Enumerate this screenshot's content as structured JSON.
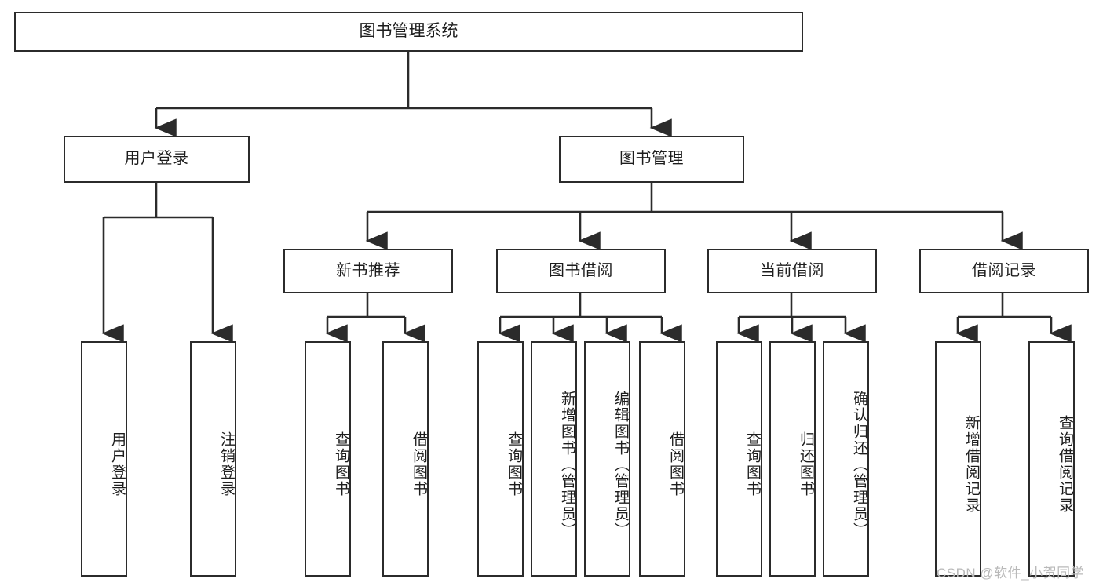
{
  "diagram": {
    "title": "图书管理系统",
    "orientation": "top-down-tree",
    "watermark": "CSDN @软件_小贺同学",
    "colors": {
      "stroke": "#2b2b2b",
      "fill": "#ffffff",
      "text": "#1d1d1d",
      "watermark": "#b9b9b9"
    },
    "nodes": {
      "root": {
        "label": "图书管理系统",
        "level": 1
      },
      "l2": [
        {
          "id": "user-login",
          "label": "用户登录",
          "level": 2
        },
        {
          "id": "book-manage",
          "label": "图书管理",
          "level": 2
        }
      ],
      "l3": [
        {
          "id": "new-book-rec",
          "label": "新书推荐",
          "level": 3
        },
        {
          "id": "book-borrow",
          "label": "图书借阅",
          "level": 3
        },
        {
          "id": "current-borrow",
          "label": "当前借阅",
          "level": 3
        },
        {
          "id": "borrow-record",
          "label": "借阅记录",
          "level": 3
        }
      ],
      "leaves": [
        {
          "id": "leaf-user-login",
          "label": "用户登录",
          "parent": "user-login"
        },
        {
          "id": "leaf-logout",
          "label": "注销登录",
          "parent": "user-login"
        },
        {
          "id": "leaf-query-book-1",
          "label": "查询图书",
          "parent": "new-book-rec"
        },
        {
          "id": "leaf-borrow-book-1",
          "label": "借阅图书",
          "parent": "new-book-rec"
        },
        {
          "id": "leaf-query-book-2",
          "label": "查询图书",
          "parent": "book-borrow"
        },
        {
          "id": "leaf-add-book",
          "label": "新增图书（管理员）",
          "parent": "book-borrow"
        },
        {
          "id": "leaf-edit-book",
          "label": "编辑图书（管理员）",
          "parent": "book-borrow"
        },
        {
          "id": "leaf-borrow-book-2",
          "label": "借阅图书",
          "parent": "book-borrow"
        },
        {
          "id": "leaf-query-book-3",
          "label": "查询图书",
          "parent": "current-borrow"
        },
        {
          "id": "leaf-return-book",
          "label": "归还图书",
          "parent": "current-borrow"
        },
        {
          "id": "leaf-confirm-return",
          "label": "确认归还（管理员）",
          "parent": "current-borrow"
        },
        {
          "id": "leaf-add-record",
          "label": "新增借阅记录",
          "parent": "borrow-record"
        },
        {
          "id": "leaf-query-record",
          "label": "查询借阅记录",
          "parent": "borrow-record"
        }
      ]
    }
  }
}
